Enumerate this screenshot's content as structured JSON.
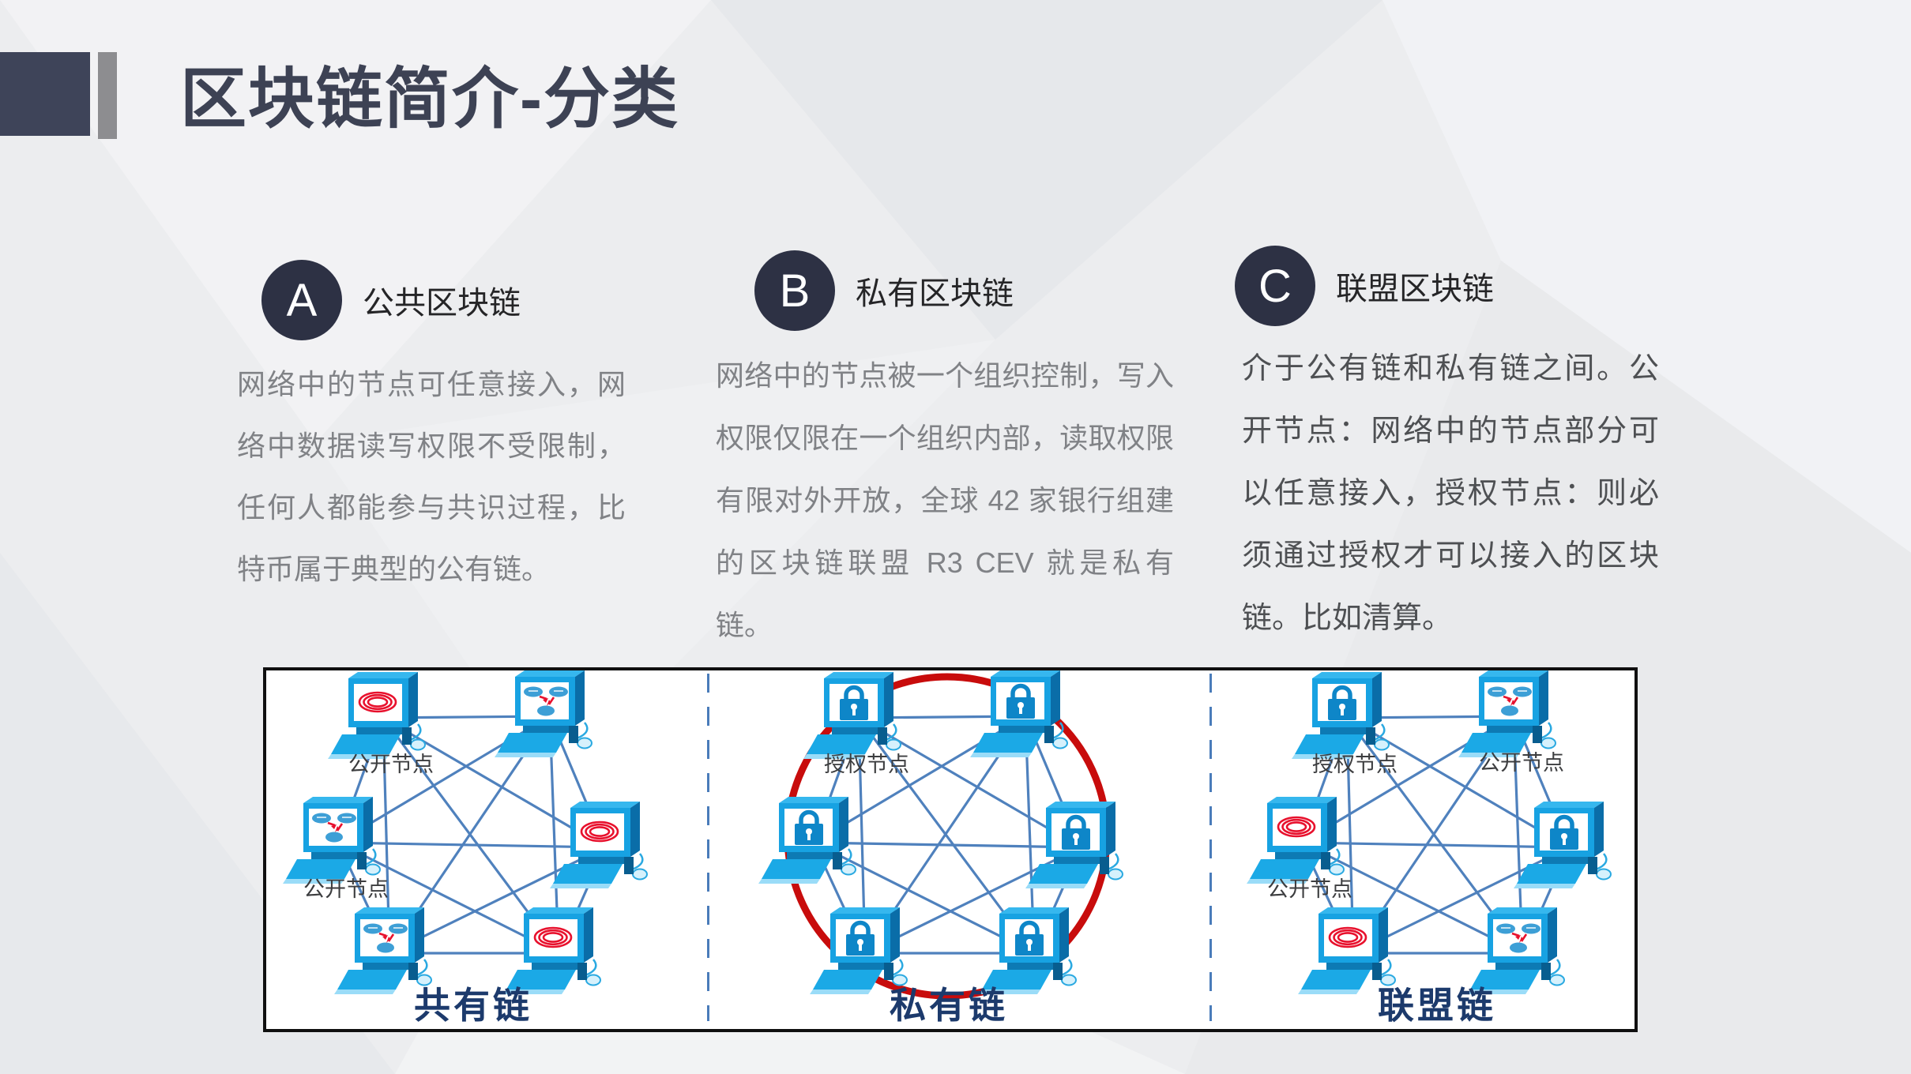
{
  "slide_title": "区块链简介-分类",
  "sections": [
    {
      "badge": "A",
      "heading": "公共区块链",
      "body": "网络中的节点可任意接入，网络中数据读写权限不受限制，任何人都能参与共识过程，比特币属于典型的公有链。"
    },
    {
      "badge": "B",
      "heading": "私有区块链",
      "body": "网络中的节点被一个组织控制，写入权限仅限在一个组织内部，读取权限有限对外开放，全球 42 家银行组建的区块链联盟 R3 CEV 就是私有链。"
    },
    {
      "badge": "C",
      "heading": "联盟区块链",
      "body": "介于公有链和私有链之间。公开节点：网络中的节点部分可以任意接入，授权节点：则必须通过授权才可以接入的区块链。比如清算。"
    }
  ],
  "figure": {
    "panels": [
      {
        "caption": "共有链",
        "red_ring": false,
        "nodes": [
          {
            "pos": "tl",
            "icon": "ring",
            "label": "公开节点"
          },
          {
            "pos": "tr",
            "icon": "network",
            "label": ""
          },
          {
            "pos": "l",
            "icon": "network",
            "label": "公开节点"
          },
          {
            "pos": "r",
            "icon": "ring",
            "label": ""
          },
          {
            "pos": "bl",
            "icon": "network",
            "label": ""
          },
          {
            "pos": "br",
            "icon": "ring",
            "label": ""
          }
        ]
      },
      {
        "caption": "私有链",
        "red_ring": true,
        "nodes": [
          {
            "pos": "tl",
            "icon": "lock",
            "label": "授权节点"
          },
          {
            "pos": "tr",
            "icon": "lock",
            "label": ""
          },
          {
            "pos": "l",
            "icon": "lock",
            "label": ""
          },
          {
            "pos": "r",
            "icon": "lock",
            "label": ""
          },
          {
            "pos": "bl",
            "icon": "lock",
            "label": ""
          },
          {
            "pos": "br",
            "icon": "lock",
            "label": ""
          }
        ]
      },
      {
        "caption": "联盟链",
        "red_ring": false,
        "nodes": [
          {
            "pos": "tl",
            "icon": "lock",
            "label": "授权节点"
          },
          {
            "pos": "tr",
            "icon": "network",
            "label": "公开节点"
          },
          {
            "pos": "l",
            "icon": "ring",
            "label": "公开节点"
          },
          {
            "pos": "r",
            "icon": "lock",
            "label": ""
          },
          {
            "pos": "bl",
            "icon": "ring",
            "label": ""
          },
          {
            "pos": "br",
            "icon": "network",
            "label": ""
          }
        ]
      }
    ]
  },
  "colors": {
    "accent_navy": "#3d4254",
    "badge_navy": "#2d3144",
    "computer_blue": "#17a2e2",
    "line_blue": "#4f81bd",
    "ring_red": "#c80c0c",
    "icon_red": "#e8112d",
    "lock_blue": "#0e86c8",
    "caption_navy": "#1c3a6c"
  }
}
